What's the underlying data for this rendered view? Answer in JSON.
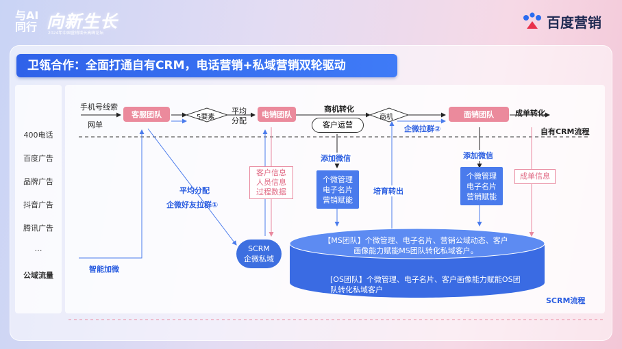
{
  "header": {
    "logo_line1": "与AI",
    "logo_line2": "同行",
    "slogan": "向新生长",
    "subtitle": "2024年中国营销增长高峰论坛",
    "brand": "百度营销"
  },
  "title": "卫瓴合作：全面打通自有CRM，电话营销+私域营销双轮驱动",
  "sources": [
    "400电话",
    "百度广告",
    "品牌广告",
    "抖音广告",
    "腾讯广告",
    "…",
    "公域流量"
  ],
  "labels": {
    "lead_in1": "手机号线索",
    "lead_in2": "网单",
    "service_team": "客服团队",
    "five_elements": "5要素",
    "avg1": "平均",
    "avg2": "分配",
    "tele_team": "电销团队",
    "opp_convert": "商机转化",
    "opp": "商机",
    "customer_ops": "客户运营",
    "wecom_group2": "企微拉群②",
    "face_team": "面销团队",
    "deal_convert": "成单转化",
    "crm_flow": "自有CRM流程",
    "avg_assign": "平均分配",
    "wecom_friend": "企微好友拉群①",
    "cust_info1": "客户信息",
    "cust_info2": "人员信息",
    "cust_info3": "过程数据",
    "add_wechat1": "添加微信",
    "add_wechat2": "添加微信",
    "nurture": "培育转出",
    "deal_info": "成单信息",
    "personal1_a": "个微管理",
    "personal1_b": "电子名片",
    "personal1_c": "营销赋能",
    "personal2_a": "个微管理",
    "personal2_b": "电子名片",
    "personal2_c": "营销赋能",
    "scrm_a": "SCRM",
    "scrm_b": "企微私域",
    "smart_add": "智能加微",
    "ms_team": "【MS团队】个微管理、电子名片、营销公域动态、客户画像能力赋能MS团队转化私域客户。",
    "os_team": "[OS团队】个微管理、电子名片、客户画像能力赋能OS团队转化私域客户",
    "scrm_flow": "SCRM流程"
  },
  "colors": {
    "accent_blue": "#2f62e9",
    "pink": "#eb8a9c",
    "drum_blue": "#3d6fe0"
  }
}
